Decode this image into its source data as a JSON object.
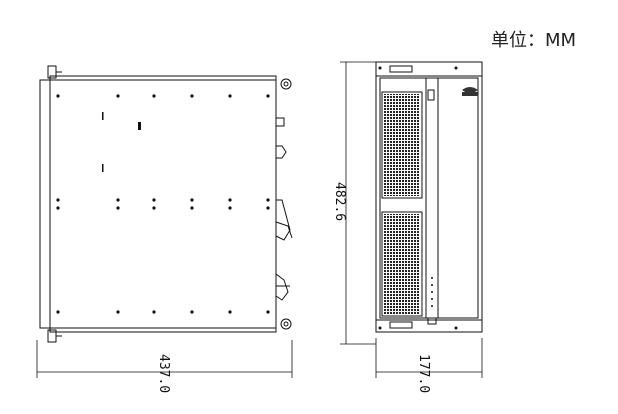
{
  "unit_label": "单位：MM",
  "dimensions": {
    "width": "437.0",
    "height": "482.6",
    "depth": "177.0"
  },
  "views": [
    "top-view",
    "front-view"
  ],
  "front_panel_logo": "brand-logo"
}
